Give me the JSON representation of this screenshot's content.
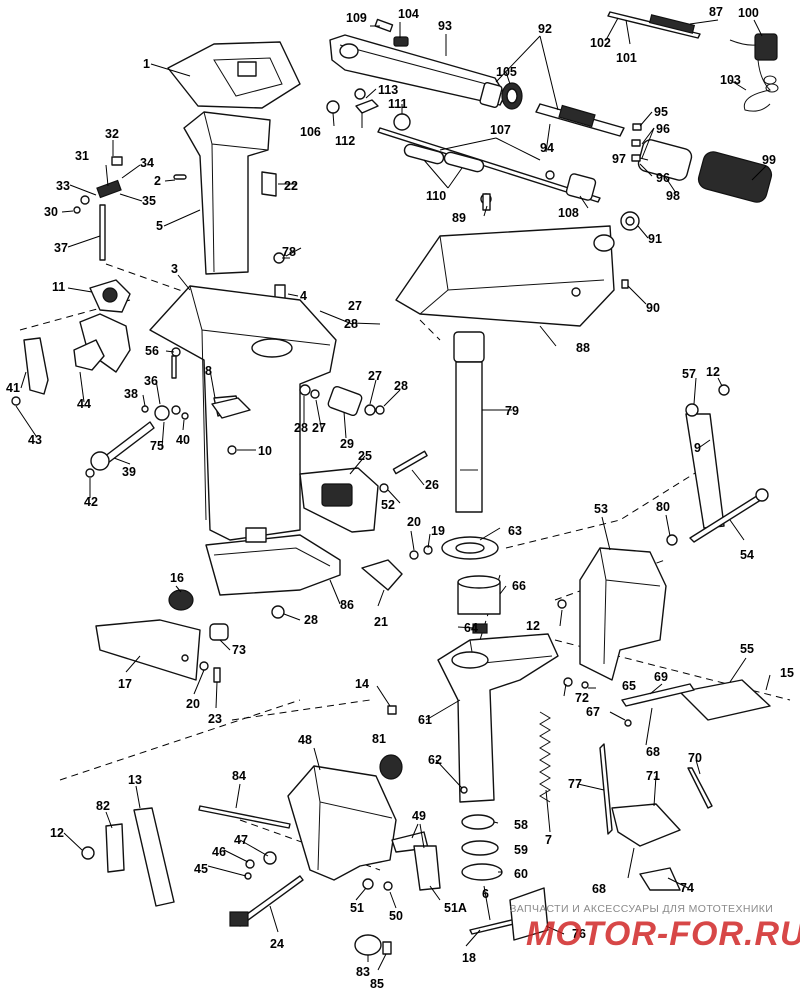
{
  "parts": [
    {
      "key": "p1",
      "label": "1"
    },
    {
      "key": "p2",
      "label": "2"
    },
    {
      "key": "p3",
      "label": "3"
    },
    {
      "key": "p4",
      "label": "4"
    },
    {
      "key": "p5",
      "label": "5"
    },
    {
      "key": "p6",
      "label": "6"
    },
    {
      "key": "p7",
      "label": "7"
    },
    {
      "key": "p8",
      "label": "8"
    },
    {
      "key": "p9",
      "label": "9"
    },
    {
      "key": "p10",
      "label": "10"
    },
    {
      "key": "p11",
      "label": "11"
    },
    {
      "key": "p12a",
      "label": "12"
    },
    {
      "key": "p12b",
      "label": "12"
    },
    {
      "key": "p12c",
      "label": "12"
    },
    {
      "key": "p13",
      "label": "13"
    },
    {
      "key": "p14",
      "label": "14"
    },
    {
      "key": "p15",
      "label": "15"
    },
    {
      "key": "p16",
      "label": "16"
    },
    {
      "key": "p17",
      "label": "17"
    },
    {
      "key": "p18",
      "label": "18"
    },
    {
      "key": "p19",
      "label": "19"
    },
    {
      "key": "p20a",
      "label": "20"
    },
    {
      "key": "p20b",
      "label": "20"
    },
    {
      "key": "p21",
      "label": "21"
    },
    {
      "key": "p22",
      "label": "22"
    },
    {
      "key": "p23",
      "label": "23"
    },
    {
      "key": "p24",
      "label": "24"
    },
    {
      "key": "p25",
      "label": "25"
    },
    {
      "key": "p26",
      "label": "26"
    },
    {
      "key": "p27a",
      "label": "27"
    },
    {
      "key": "p27b",
      "label": "27"
    },
    {
      "key": "p27c",
      "label": "27"
    },
    {
      "key": "p28a",
      "label": "28"
    },
    {
      "key": "p28b",
      "label": "28"
    },
    {
      "key": "p28c",
      "label": "28"
    },
    {
      "key": "p28d",
      "label": "28"
    },
    {
      "key": "p29",
      "label": "29"
    },
    {
      "key": "p30",
      "label": "30"
    },
    {
      "key": "p31",
      "label": "31"
    },
    {
      "key": "p32",
      "label": "32"
    },
    {
      "key": "p33",
      "label": "33"
    },
    {
      "key": "p34",
      "label": "34"
    },
    {
      "key": "p35",
      "label": "35"
    },
    {
      "key": "p36",
      "label": "36"
    },
    {
      "key": "p37",
      "label": "37"
    },
    {
      "key": "p38",
      "label": "38"
    },
    {
      "key": "p39",
      "label": "39"
    },
    {
      "key": "p40",
      "label": "40"
    },
    {
      "key": "p41",
      "label": "41"
    },
    {
      "key": "p42",
      "label": "42"
    },
    {
      "key": "p43",
      "label": "43"
    },
    {
      "key": "p44",
      "label": "44"
    },
    {
      "key": "p45",
      "label": "45"
    },
    {
      "key": "p46",
      "label": "46"
    },
    {
      "key": "p47",
      "label": "47"
    },
    {
      "key": "p48",
      "label": "48"
    },
    {
      "key": "p49",
      "label": "49"
    },
    {
      "key": "p50",
      "label": "50"
    },
    {
      "key": "p51",
      "label": "51"
    },
    {
      "key": "p51a",
      "label": "51A"
    },
    {
      "key": "p52",
      "label": "52"
    },
    {
      "key": "p53",
      "label": "53"
    },
    {
      "key": "p54",
      "label": "54"
    },
    {
      "key": "p55",
      "label": "55"
    },
    {
      "key": "p56",
      "label": "56"
    },
    {
      "key": "p57",
      "label": "57"
    },
    {
      "key": "p58",
      "label": "58"
    },
    {
      "key": "p59",
      "label": "59"
    },
    {
      "key": "p60",
      "label": "60"
    },
    {
      "key": "p61",
      "label": "61"
    },
    {
      "key": "p62",
      "label": "62"
    },
    {
      "key": "p63",
      "label": "63"
    },
    {
      "key": "p64",
      "label": "64"
    },
    {
      "key": "p65",
      "label": "65"
    },
    {
      "key": "p66",
      "label": "66"
    },
    {
      "key": "p67",
      "label": "67"
    },
    {
      "key": "p68a",
      "label": "68"
    },
    {
      "key": "p68b",
      "label": "68"
    },
    {
      "key": "p69",
      "label": "69"
    },
    {
      "key": "p70",
      "label": "70"
    },
    {
      "key": "p71",
      "label": "71"
    },
    {
      "key": "p72",
      "label": "72"
    },
    {
      "key": "p73",
      "label": "73"
    },
    {
      "key": "p74",
      "label": "74"
    },
    {
      "key": "p75",
      "label": "75"
    },
    {
      "key": "p76",
      "label": "76"
    },
    {
      "key": "p77",
      "label": "77"
    },
    {
      "key": "p78",
      "label": "78"
    },
    {
      "key": "p79",
      "label": "79"
    },
    {
      "key": "p80",
      "label": "80"
    },
    {
      "key": "p81",
      "label": "81"
    },
    {
      "key": "p82",
      "label": "82"
    },
    {
      "key": "p83",
      "label": "83"
    },
    {
      "key": "p84",
      "label": "84"
    },
    {
      "key": "p85",
      "label": "85"
    },
    {
      "key": "p86",
      "label": "86"
    },
    {
      "key": "p87",
      "label": "87"
    },
    {
      "key": "p88",
      "label": "88"
    },
    {
      "key": "p89",
      "label": "89"
    },
    {
      "key": "p90",
      "label": "90"
    },
    {
      "key": "p91",
      "label": "91"
    },
    {
      "key": "p92",
      "label": "92"
    },
    {
      "key": "p93",
      "label": "93"
    },
    {
      "key": "p94",
      "label": "94"
    },
    {
      "key": "p95",
      "label": "95"
    },
    {
      "key": "p96a",
      "label": "96"
    },
    {
      "key": "p96b",
      "label": "96"
    },
    {
      "key": "p97",
      "label": "97"
    },
    {
      "key": "p98",
      "label": "98"
    },
    {
      "key": "p99",
      "label": "99"
    },
    {
      "key": "p100",
      "label": "100"
    },
    {
      "key": "p101",
      "label": "101"
    },
    {
      "key": "p102",
      "label": "102"
    },
    {
      "key": "p103",
      "label": "103"
    },
    {
      "key": "p104",
      "label": "104"
    },
    {
      "key": "p105",
      "label": "105"
    },
    {
      "key": "p106",
      "label": "106"
    },
    {
      "key": "p107",
      "label": "107"
    },
    {
      "key": "p108",
      "label": "108"
    },
    {
      "key": "p109",
      "label": "109"
    },
    {
      "key": "p110",
      "label": "110"
    },
    {
      "key": "p111",
      "label": "111"
    },
    {
      "key": "p112",
      "label": "112"
    },
    {
      "key": "p113",
      "label": "113"
    }
  ],
  "watermark": {
    "caption": "ЗАПЧАСТИ И АКСЕССУАРЫ ДЛЯ МОТОТЕХНИКИ",
    "logo": "MOTOR-FOR.RU"
  },
  "colors": {
    "line": "#111111",
    "fill": "#ffffff",
    "watermark_red": "#cf1f1f",
    "watermark_grey": "#8a8a8a"
  }
}
